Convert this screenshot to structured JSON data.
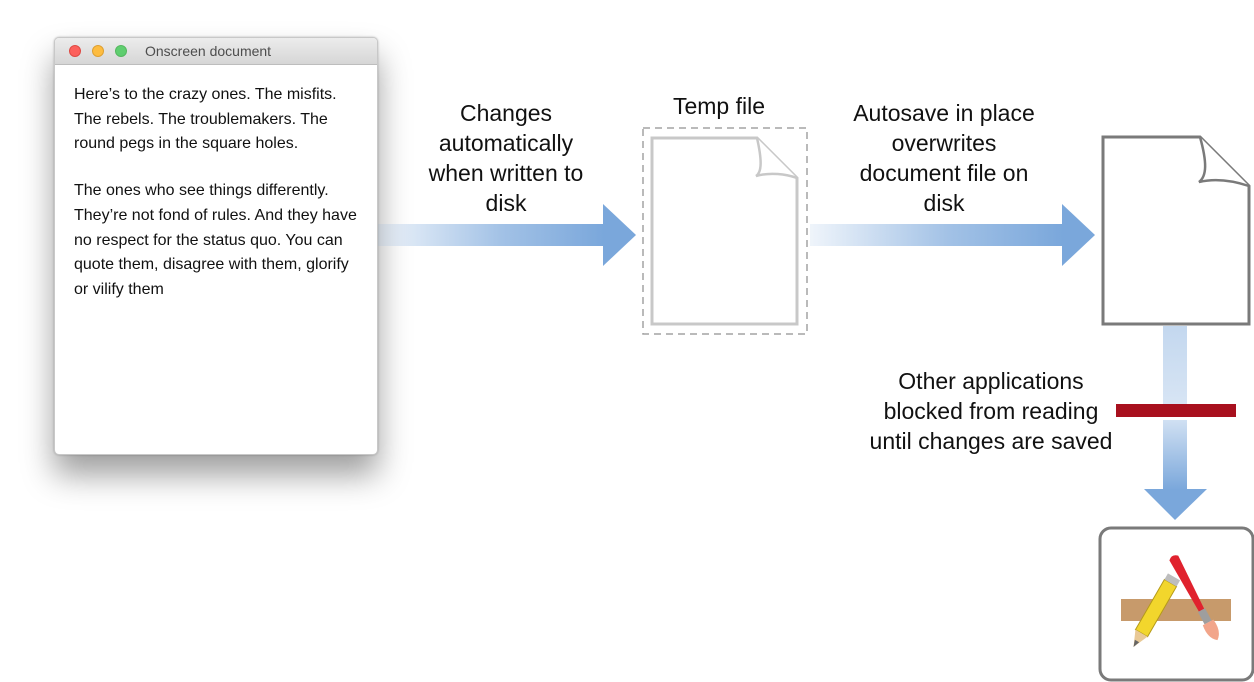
{
  "window": {
    "title": "Onscreen document",
    "paragraphs": [
      "Here’s to the crazy ones. The misfits. The rebels. The troublemakers. The round pegs in the square holes.",
      "The ones who see things differently. They’re not fond of rules. And they have no respect for the status quo. You can quote them, disagree with them, glorify or vilify them"
    ]
  },
  "labels": {
    "changes": "Changes automatically when written to disk",
    "temp_file": "Temp file",
    "autosave": "Autosave in place overwrites document file on disk",
    "blocked": "Other applications blocked from reading until changes are saved"
  },
  "icons": {
    "temp_file": "document-page-icon",
    "document_file": "document-page-icon",
    "app": "application-pencil-brush-icon"
  },
  "colors": {
    "arrow": "#7aa7db",
    "block_bar": "#a8101e",
    "temp_file_outline": "#c8c8c8",
    "document_outline": "#7a7a7a"
  }
}
